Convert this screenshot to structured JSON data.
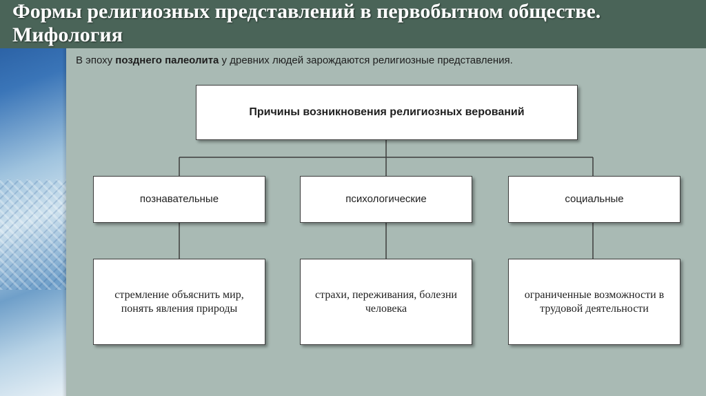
{
  "title": "Формы религиозных представлений в первобытном обществе. Мифология",
  "intro": {
    "before": "В эпоху ",
    "bold": "позднего палеолита",
    "after": " у древних людей зарождаются религиозные представления."
  },
  "diagram": {
    "root": "Причины возникновения религиозных верований",
    "branches": [
      {
        "label": "познавательные",
        "detail": "стремление объяснить мир, понять явления природы"
      },
      {
        "label": "психологические",
        "detail": "страхи, переживания, болезни человека"
      },
      {
        "label": "социальные",
        "detail": "ограниченные возможности в трудовой деятельности"
      }
    ]
  },
  "colors": {
    "background": "#a9bab4",
    "title_bar": "#4a6458",
    "box_fill": "#ffffff",
    "line": "#3c3c3c"
  }
}
